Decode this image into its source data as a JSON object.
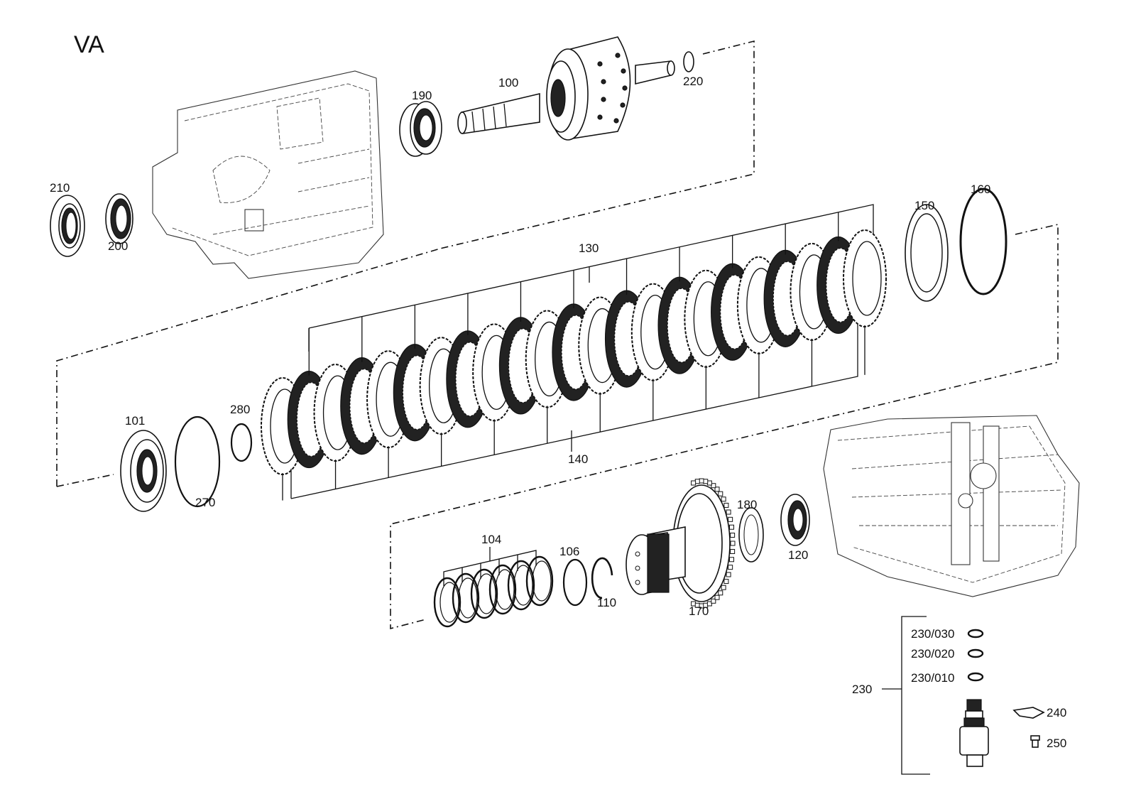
{
  "diagram": {
    "title": "VA",
    "callouts": {
      "p100": "100",
      "p101": "101",
      "p104": "104",
      "p106": "106",
      "p110": "110",
      "p120": "120",
      "p130": "130",
      "p140": "140",
      "p150": "150",
      "p160": "160",
      "p170": "170",
      "p180": "180",
      "p190": "190",
      "p200": "200",
      "p210": "210",
      "p220": "220",
      "p230": "230",
      "p230_010": "230/010",
      "p230_020": "230/020",
      "p230_030": "230/030",
      "p240": "240",
      "p250": "250",
      "p270": "270",
      "p280": "280"
    }
  }
}
